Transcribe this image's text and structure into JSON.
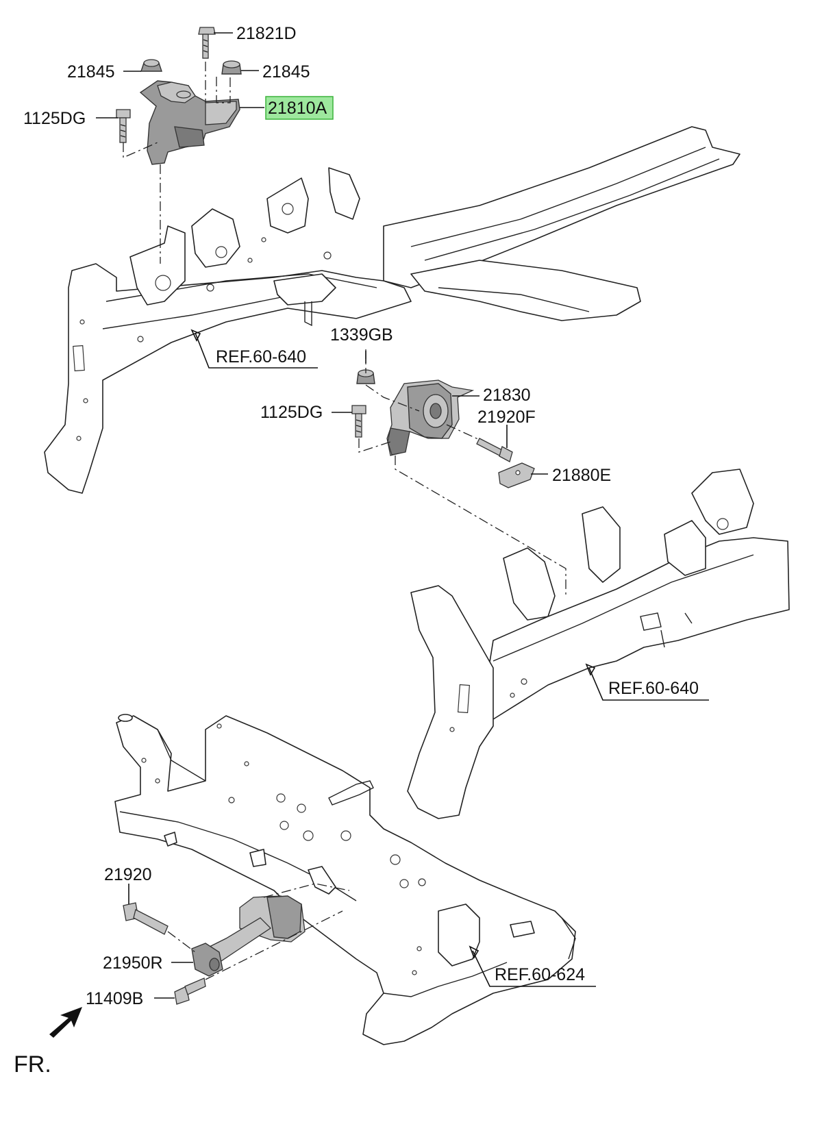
{
  "labels": {
    "p21821D": "21821D",
    "p21845_left": "21845",
    "p21845_right": "21845",
    "p21810A": "21810A",
    "p1125DG_top": "1125DG",
    "ref_60_640_top": "REF.60-640",
    "p1339GB": "1339GB",
    "p21830": "21830",
    "p1125DG_mid": "1125DG",
    "p21920F": "21920F",
    "p21880E": "21880E",
    "ref_60_640_mid": "REF.60-640",
    "p21920": "21920",
    "p21950R": "21950R",
    "p11409B": "11409B",
    "ref_60_624": "REF.60-624"
  },
  "highlighted_part": "21810A",
  "direction_indicator": "FR.",
  "colors": {
    "highlight_fill": "#9ee89e",
    "highlight_border": "#3bb33b",
    "part_fill": "#9a9a9a"
  }
}
